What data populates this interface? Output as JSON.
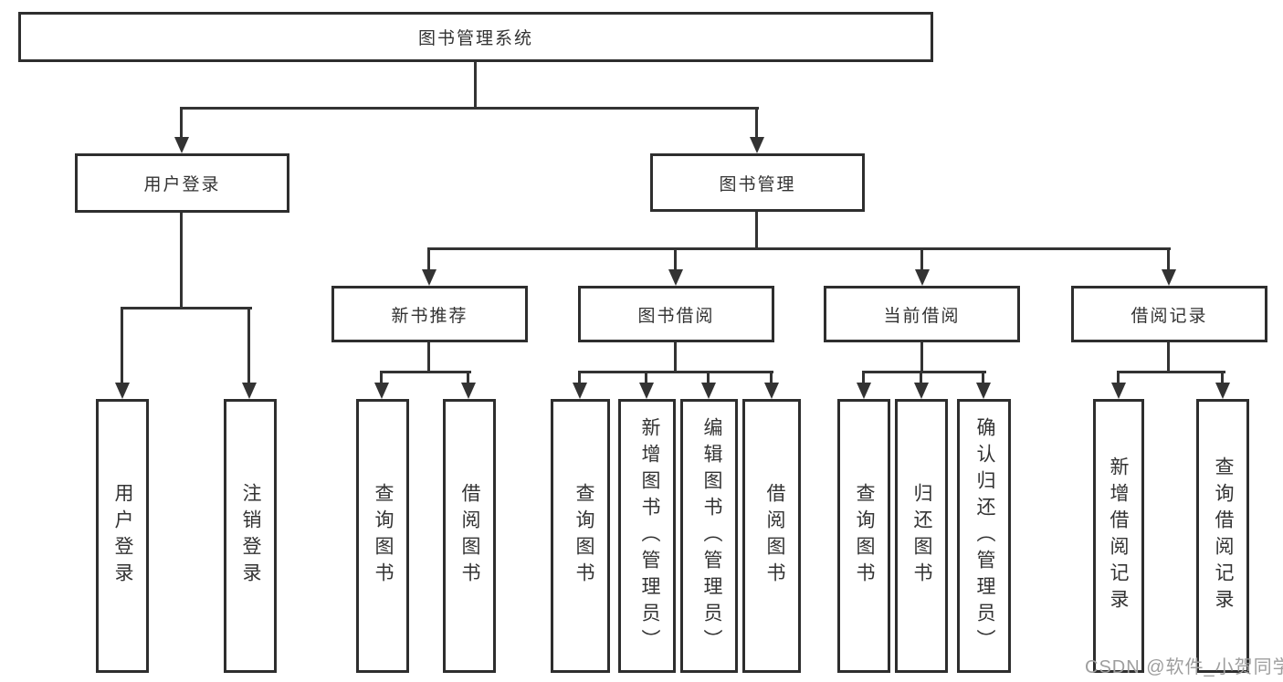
{
  "diagram": {
    "root": {
      "label": "图书管理系统"
    },
    "level2": [
      {
        "label": "用户登录"
      },
      {
        "label": "图书管理"
      }
    ],
    "level3": [
      {
        "label": "新书推荐"
      },
      {
        "label": "图书借阅"
      },
      {
        "label": "当前借阅"
      },
      {
        "label": "借阅记录"
      }
    ],
    "leaves": {
      "login": [
        {
          "label": "用户登录"
        },
        {
          "label": "注销登录"
        }
      ],
      "newbook": [
        {
          "label": "查询图书"
        },
        {
          "label": "借阅图书"
        }
      ],
      "borrow": [
        {
          "label": "查询图书"
        },
        {
          "label": "新增图书（管理员）"
        },
        {
          "label": "编辑图书（管理员）"
        },
        {
          "label": "借阅图书"
        }
      ],
      "current": [
        {
          "label": "查询图书"
        },
        {
          "label": "归还图书"
        },
        {
          "label": "确认归还（管理员）"
        }
      ],
      "records": [
        {
          "label": "新增借阅记录"
        },
        {
          "label": "查询借阅记录"
        }
      ]
    }
  },
  "watermark": {
    "text": "CSDN @软件_小贺同学"
  },
  "colors": {
    "line": "#333333",
    "box_border": "#2e2e2e",
    "text": "#333333",
    "background": "#ffffff",
    "watermark": "#9e9e9e"
  }
}
